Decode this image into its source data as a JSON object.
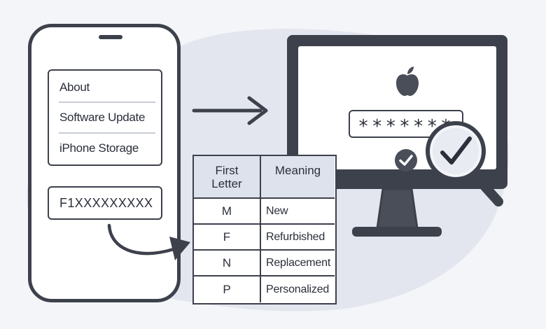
{
  "phone": {
    "settings_items": [
      "About",
      "Software Update",
      "iPhone Storage"
    ],
    "serial_number": "F1XXXXXXXXX"
  },
  "table": {
    "headers": [
      "First\nLetter",
      "Meaning"
    ],
    "rows": [
      {
        "letter": "M",
        "meaning": "New"
      },
      {
        "letter": "F",
        "meaning": "Refurbished"
      },
      {
        "letter": "N",
        "meaning": "Replacement"
      },
      {
        "letter": "P",
        "meaning": "Personalized"
      }
    ]
  },
  "monitor": {
    "password_mask": "*******",
    "icons": [
      "apple-logo-icon",
      "check-circle-icon",
      "magnifier-check-icon"
    ]
  },
  "colors": {
    "background": "#f4f5f8",
    "blob": "#e3e6ee",
    "outline": "#3d414c",
    "table_header": "#dde2ec",
    "check_circle": "#4a4e59"
  }
}
